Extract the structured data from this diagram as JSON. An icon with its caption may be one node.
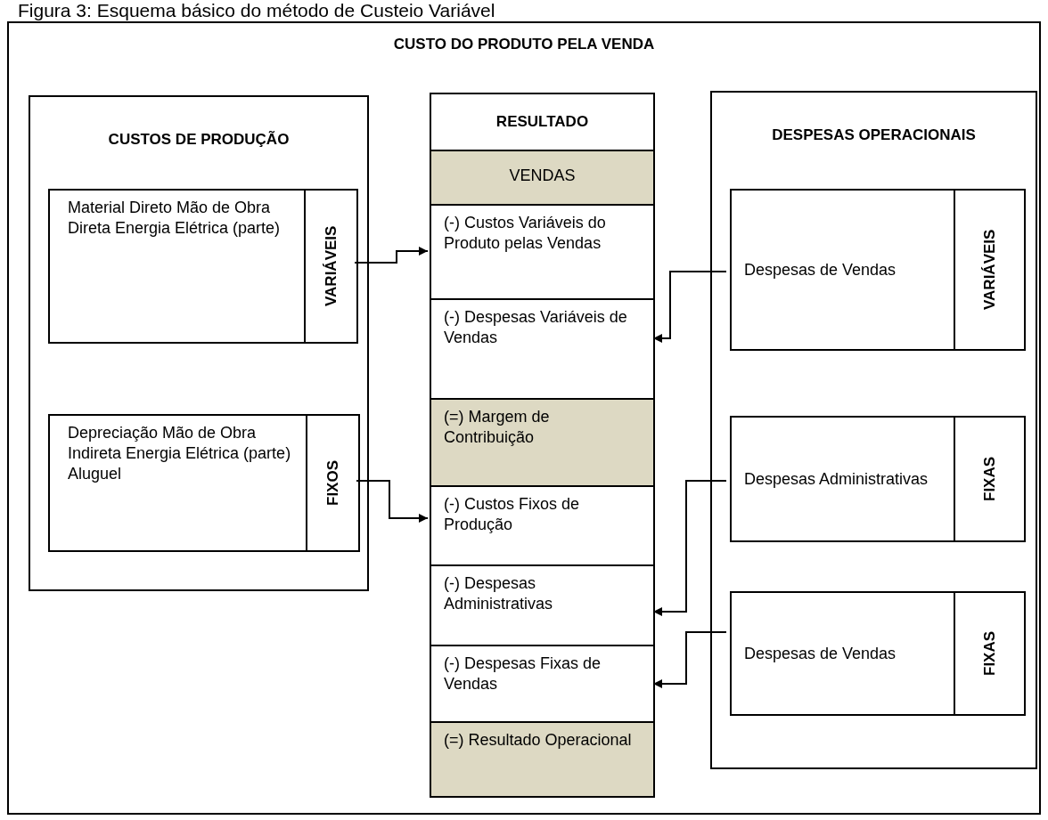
{
  "diagram": {
    "title": "Figura 3: Esquema básico do método de Custeio Variável",
    "nodes": [
      {
        "text": [
          "CUSTO DO PRODUTO PELA VENDA"
        ]
      },
      {
        "text": [
          "CUSTOS DE PRODUÇÃO"
        ],
        "in": 0
      },
      {
        "text": [
          "Material Direto Mão de Obra Direta Energia Elétrica (parte)"
        ],
        "in": 1
      },
      {
        "text": [
          "VARIÁVEIS"
        ],
        "in": 1
      },
      {
        "text": [
          "Depreciação Mão de Obra Indireta Energia Elétrica (parte) Aluguel"
        ],
        "in": 1
      },
      {
        "text": [
          "FIXOS"
        ],
        "in": 1
      },
      {
        "text": [
          "RESULTADO"
        ],
        "in": 0
      },
      {
        "text": [
          "VENDAS"
        ],
        "in": 0
      },
      {
        "text": [
          "(-) Custos Variáveis do Produto pelas Vendas"
        ],
        "in": 0
      },
      {
        "text": [
          "(-) Despesas Variáveis de Vendas"
        ],
        "in": 0
      },
      {
        "text": [
          "(=) Margem de Contribuição"
        ],
        "in": 0
      },
      {
        "text": [
          "(-) Custos Fixos de Produção"
        ],
        "in": 0
      },
      {
        "text": [
          "(-) Despesas Administrativas"
        ],
        "in": 0
      },
      {
        "text": [
          "(-) Despesas Fixas de Vendas"
        ],
        "in": 0
      },
      {
        "text": [
          "(=) Resultado Operacional"
        ],
        "in": 0
      },
      {
        "text": [
          "DESPESAS OPERACIONAIS"
        ],
        "in": 0
      },
      {
        "text": [
          "Despesas de Vendas"
        ],
        "in": 15
      },
      {
        "text": [
          "VARIÁVEIS"
        ],
        "in": 15
      },
      {
        "text": [
          "Despesas Administrativas"
        ],
        "in": 15
      },
      {
        "text": [
          "FIXAS"
        ],
        "in": 15
      },
      {
        "text": [
          "Despesas de Vendas"
        ],
        "in": 15
      },
      {
        "text": [
          "FIXAS"
        ],
        "in": 15
      }
    ],
    "edges": [
      {
        "from": 3,
        "to": 8,
        "arrow": "to"
      },
      {
        "from": 5,
        "to": 11,
        "arrow": "to"
      },
      {
        "from": 16,
        "to": 9,
        "arrow": "to"
      },
      {
        "from": 18,
        "to": 12,
        "arrow": "to"
      },
      {
        "from": 20,
        "to": 13,
        "arrow": "to"
      }
    ]
  }
}
